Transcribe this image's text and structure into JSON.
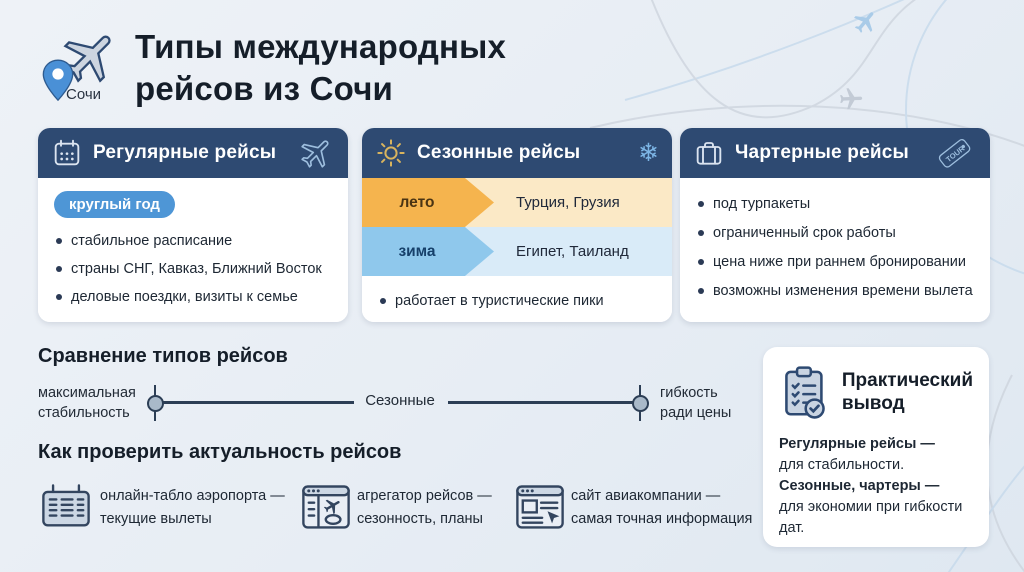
{
  "header": {
    "location_label": "Сочи",
    "title_line1": "Типы международных",
    "title_line2": "рейсов из Сочи"
  },
  "cards": {
    "regular": {
      "title": "Регулярные рейсы",
      "badge": "круглый год",
      "bullets": [
        "стабильное расписание",
        "страны СНГ, Кавказ, Ближний Восток",
        "деловые поездки, визиты к семье"
      ]
    },
    "seasonal": {
      "title": "Сезонные рейсы",
      "seasons": [
        {
          "label": "лето",
          "destinations": "Турция, Грузия"
        },
        {
          "label": "зима",
          "destinations": "Египет, Таиланд"
        }
      ],
      "bullets": [
        "работает в туристические пики"
      ]
    },
    "charter": {
      "title": "Чартерные рейсы",
      "tag_text": "TOUR",
      "bullets": [
        "под турпакеты",
        "ограниченный срок работы",
        "цена ниже при раннем бронировании",
        "возможны изменения времени вылета"
      ]
    }
  },
  "comparison": {
    "heading": "Сравнение типов рейсов",
    "left_label_line1": "максимальная",
    "left_label_line2": "стабильность",
    "center_label": "Сезонные",
    "right_label_line1": "гибкость",
    "right_label_line2": "ради цены"
  },
  "check": {
    "heading": "Как проверить актуальность рейсов",
    "items": [
      {
        "line1": "онлайн-табло аэропорта —",
        "line2": "текущие вылеты"
      },
      {
        "line1": "агрегатор рейсов —",
        "line2": "сезонность, планы"
      },
      {
        "line1": "сайт авиакомпании —",
        "line2": "самая точная информация"
      }
    ]
  },
  "conclusion": {
    "title_line1": "Практический",
    "title_line2": "вывод",
    "bold1": "Регулярные рейсы —",
    "text1": "для стабильности.",
    "bold2": "Сезонные, чартеры —",
    "text2": "для экономии при гибкости дат."
  },
  "colors": {
    "header_navy": "#2e4a72",
    "badge_blue": "#4e96d6",
    "summer_accent": "#f5b44e",
    "summer_bg": "#fbe9c6",
    "winter_accent": "#8fc8ec",
    "winter_bg": "#d9ebf8",
    "pin_blue": "#4a90d6"
  }
}
